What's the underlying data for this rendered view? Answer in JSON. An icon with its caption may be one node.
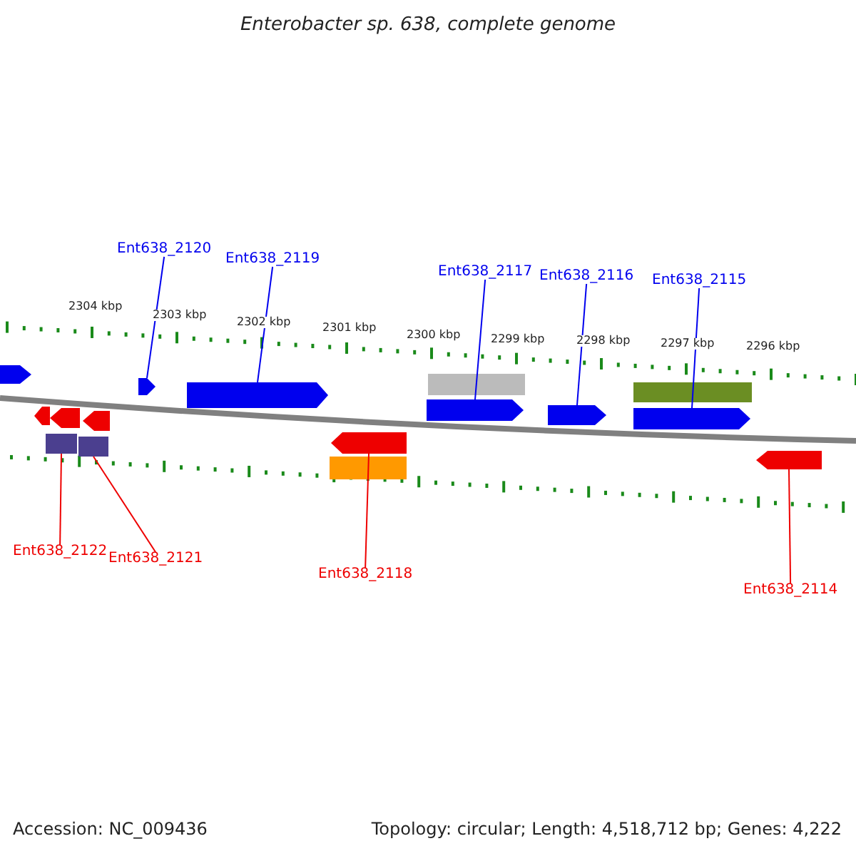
{
  "diagram": {
    "title": "Enterobacter sp. 638, complete genome",
    "nodes": [
      {
        "text": [
          "Ent638_2120"
        ]
      },
      {
        "text": [
          "Ent638_2119"
        ]
      },
      {
        "text": [
          "Ent638_2117"
        ]
      },
      {
        "text": [
          "Ent638_2116"
        ]
      },
      {
        "text": [
          "Ent638_2115"
        ]
      },
      {
        "text": [],
        "shape": "arrow"
      },
      {
        "text": [],
        "shape": "arrow"
      },
      {
        "text": [],
        "shape": "box"
      },
      {
        "text": [],
        "shape": "arrow"
      },
      {
        "text": [],
        "shape": "box"
      },
      {
        "text": [],
        "shape": "arrow"
      },
      {
        "text": [],
        "shape": "arrow"
      },
      {
        "text": [],
        "shape": "arrow"
      },
      {
        "text": [],
        "shape": "box"
      },
      {
        "text": [],
        "shape": "arrow"
      },
      {
        "text": [],
        "shape": "box"
      },
      {
        "text": [],
        "shape": "arrow"
      },
      {
        "text": [],
        "shape": "arrow"
      },
      {
        "text": [],
        "shape": "box"
      },
      {
        "text": [],
        "shape": "arrow"
      },
      {
        "text": [],
        "shape": "arrow"
      },
      {
        "text": [
          "Ent638_2122"
        ]
      },
      {
        "text": [
          "Ent638_2121"
        ]
      },
      {
        "text": [
          "Ent638_2118"
        ]
      },
      {
        "text": [
          "Ent638_2114"
        ]
      }
    ],
    "edges": [
      {
        "from": 0,
        "to": 11,
        "arrow": "none"
      },
      {
        "from": 1,
        "to": 12,
        "arrow": "none"
      },
      {
        "from": 2,
        "to": 16,
        "arrow": "none"
      },
      {
        "from": 3,
        "to": 17,
        "arrow": "none"
      },
      {
        "from": 4,
        "to": 19,
        "arrow": "none"
      },
      {
        "from": 21,
        "to": 7,
        "arrow": "none",
        "color": "#ee0000"
      },
      {
        "from": 22,
        "to": 9,
        "arrow": "none",
        "color": "#ee0000"
      },
      {
        "from": 23,
        "to": 14,
        "arrow": "none",
        "color": "#ee0000"
      },
      {
        "from": 24,
        "to": 20,
        "arrow": "none",
        "color": "#ee0000"
      }
    ],
    "labels": [
      "2304 kbp",
      "2303 kbp",
      "2302 kbp",
      "2301 kbp",
      "2300 kbp",
      "2299 kbp",
      "2298 kbp",
      "2297 kbp",
      "2296 kbp",
      "Accession: NC_009436",
      "Topology: circular; Length: 4,518,712 bp; Genes: 4,222"
    ]
  }
}
